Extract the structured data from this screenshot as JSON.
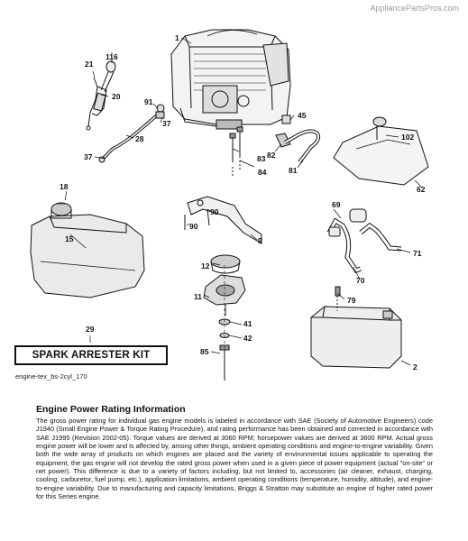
{
  "watermark": "AppliancePartsPros.com",
  "callouts": [
    {
      "id": "c1",
      "label": "1"
    },
    {
      "id": "c116",
      "label": "116"
    },
    {
      "id": "c21",
      "label": "21"
    },
    {
      "id": "c20",
      "label": "20"
    },
    {
      "id": "c91",
      "label": "91"
    },
    {
      "id": "c37a",
      "label": "37"
    },
    {
      "id": "c28",
      "label": "28"
    },
    {
      "id": "c37b",
      "label": "37"
    },
    {
      "id": "c45",
      "label": "45"
    },
    {
      "id": "c82",
      "label": "82"
    },
    {
      "id": "c83",
      "label": "83"
    },
    {
      "id": "c84",
      "label": "84"
    },
    {
      "id": "c81",
      "label": "81"
    },
    {
      "id": "c102",
      "label": "102"
    },
    {
      "id": "c62",
      "label": "62"
    },
    {
      "id": "c18",
      "label": "18"
    },
    {
      "id": "c15",
      "label": "15"
    },
    {
      "id": "c90a",
      "label": "90"
    },
    {
      "id": "c90b",
      "label": "90"
    },
    {
      "id": "c9",
      "label": "9"
    },
    {
      "id": "c69",
      "label": "69"
    },
    {
      "id": "c71",
      "label": "71"
    },
    {
      "id": "c70",
      "label": "70"
    },
    {
      "id": "c79",
      "label": "79"
    },
    {
      "id": "c12",
      "label": "12"
    },
    {
      "id": "c11",
      "label": "11"
    },
    {
      "id": "c41",
      "label": "41"
    },
    {
      "id": "c42",
      "label": "42"
    },
    {
      "id": "c29",
      "label": "29"
    },
    {
      "id": "c85",
      "label": "85"
    },
    {
      "id": "c2",
      "label": "2"
    }
  ],
  "kit_label": "SPARK ARRESTER KIT",
  "figure_id": "engine-tex_bs-2cyl_170",
  "info": {
    "title": "Engine Power Rating Information",
    "body": "The gross power rating for individual gas engine models is labeled in accordance with SAE (Society of Automotive Engineers) code J1940 (Small Engine Power & Torque Rating Procedure), and rating performance has been obtained and corrected in accordance with SAE J1995 (Revision 2002-05). Torque values are derived at 3060 RPM; horsepower values are derived at 3600 RPM. Actual gross engine power will be lower and is affected by, among other things, ambient operating conditions and engine-to-engine variability. Given both the wide array of products on which engines are placed and the variety of environmental issues applicable to operating the equipment, the gas engine will not develop the rated gross power when used in a given piece of power equipment (actual \"on-site\" or net power). This difference is due to a variety of factors including, but not limited to, accessories (air cleaner, exhaust, charging, cooling, carburetor, fuel pump, etc.), application limitations, ambient operating conditions (temperature, humidity, altitude), and engine-to-engine variability. Due to manufacturing and capacity limitations, Briggs & Stratton may substitute an engine of higher rated power for this Series engine."
  }
}
